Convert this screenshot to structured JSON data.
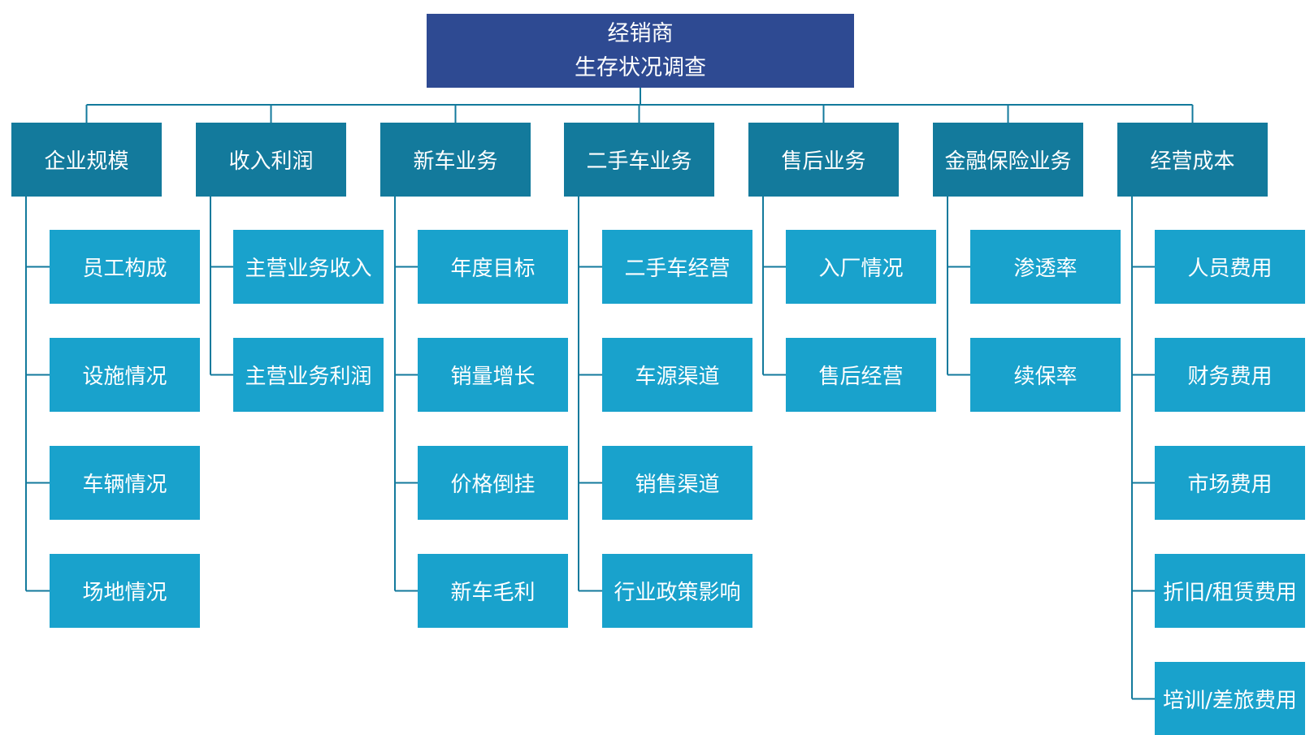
{
  "colors": {
    "root": "#2e4a92",
    "category": "#137a9c",
    "leaf": "#19a2cc",
    "connector": "#137a9c",
    "text": "#ffffff"
  },
  "root": {
    "line1": "经销商",
    "line2": "生存状况调查"
  },
  "categories": [
    {
      "label": "企业规模",
      "children": [
        "员工构成",
        "设施情况",
        "车辆情况",
        "场地情况"
      ]
    },
    {
      "label": "收入利润",
      "children": [
        "主营业务收入",
        "主营业务利润"
      ]
    },
    {
      "label": "新车业务",
      "children": [
        "年度目标",
        "销量增长",
        "价格倒挂",
        "新车毛利"
      ]
    },
    {
      "label": "二手车业务",
      "children": [
        "二手车经营",
        "车源渠道",
        "销售渠道",
        "行业政策影响"
      ]
    },
    {
      "label": "售后业务",
      "children": [
        "入厂情况",
        "售后经营"
      ]
    },
    {
      "label": "金融保险业务",
      "children": [
        "渗透率",
        "续保率"
      ]
    },
    {
      "label": "经营成本",
      "children": [
        "人员费用",
        "财务费用",
        "市场费用",
        "折旧/租赁费用",
        "培训/差旅费用"
      ]
    }
  ]
}
